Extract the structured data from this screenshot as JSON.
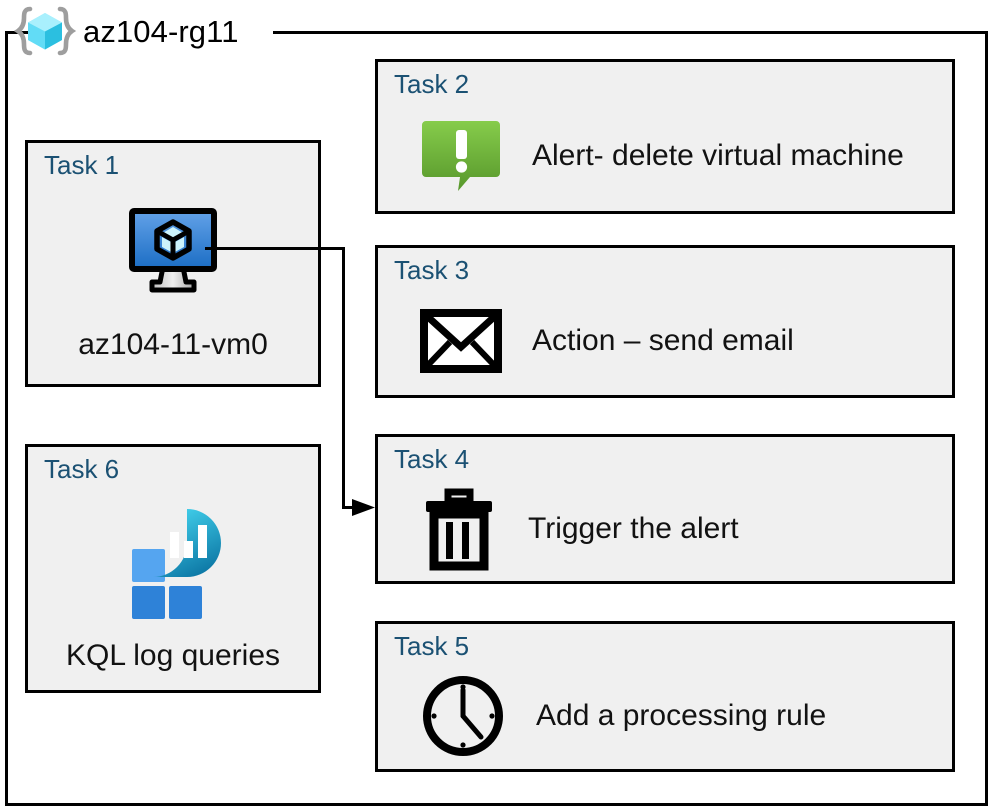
{
  "diagram": {
    "container": {
      "label": "az104-rg11",
      "icon": "azure-resource-group-icon"
    },
    "connector": {
      "from": "Task 1 virtual machine",
      "to": "Task 4 trigger the alert",
      "arrow": "arrow-right"
    },
    "panels": [
      {
        "id": "task1",
        "title": "Task 1",
        "label": "az104-11-vm0",
        "icon": "virtual-machine-monitor-icon",
        "layout": "vertical"
      },
      {
        "id": "task2",
        "title": "Task 2",
        "label": "Alert- delete virtual machine",
        "icon": "alert-callout-icon",
        "layout": "horizontal"
      },
      {
        "id": "task3",
        "title": "Task 3",
        "label": "Action – send email",
        "icon": "envelope-icon",
        "layout": "horizontal"
      },
      {
        "id": "task4",
        "title": "Task 4",
        "label": "Trigger the alert",
        "icon": "trash-can-icon",
        "layout": "horizontal"
      },
      {
        "id": "task5",
        "title": "Task 5",
        "label": "Add a processing rule",
        "icon": "clock-icon",
        "layout": "horizontal"
      },
      {
        "id": "task6",
        "title": "Task 6",
        "label": "KQL log queries",
        "icon": "log-analytics-icon",
        "layout": "vertical"
      }
    ],
    "colors": {
      "panel_fill": "#f0f0f0",
      "panel_border": "#000000",
      "title_blue": "#1b5173",
      "alert_green": "#77c043",
      "vm_blue": "#1f72c8",
      "log_cyan": "#3fd0ec",
      "rg_cube_cyan": "#55dcf7"
    }
  }
}
